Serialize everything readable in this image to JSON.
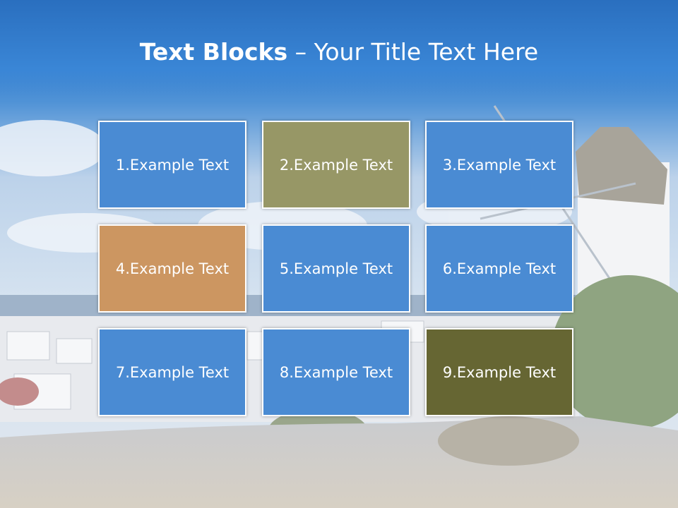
{
  "title": {
    "bold": "Text Blocks",
    "dash": " – ",
    "rest": "Your Title Text Here"
  },
  "blocks": [
    {
      "label": "1.Example Text",
      "color": "#4a8bd3"
    },
    {
      "label": "2.Example Text",
      "color": "#979766"
    },
    {
      "label": "3.Example Text",
      "color": "#4a8bd3"
    },
    {
      "label": "4.Example Text",
      "color": "#cc9661"
    },
    {
      "label": "5.Example Text",
      "color": "#4a8bd3"
    },
    {
      "label": "6.Example Text",
      "color": "#4a8bd3"
    },
    {
      "label": "7.Example Text",
      "color": "#4a8bd3"
    },
    {
      "label": "8.Example Text",
      "color": "#4a8bd3"
    },
    {
      "label": "9.Example Text",
      "color": "#666633"
    }
  ]
}
